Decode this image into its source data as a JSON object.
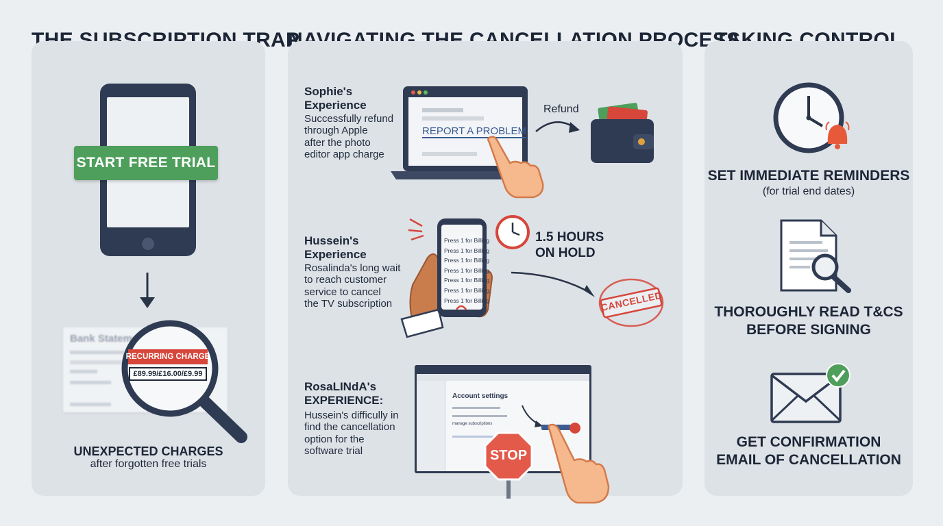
{
  "columns": {
    "trap": {
      "heading": "THE SUBSCRIPTION TRAP",
      "phone_button": "START FREE TRIAL",
      "statement_title": "Bank Statement",
      "magnifier_tag": "RECURRING CHARGE",
      "magnifier_amount": "£89.99/£16.00/£9.99",
      "caption_bold": "UNEXPECTED CHARGES",
      "caption": "after forgotten free trials"
    },
    "process": {
      "heading": "NAVIGATING THE CANCELLATION PROCESS",
      "sophie": {
        "title_1": "Sophie's",
        "title_2": "Experience",
        "desc": [
          "Successfully refund",
          "through Apple",
          "after the photo",
          "editor app charge"
        ],
        "screen_link": "REPORT A PROBLEM",
        "refund_label": "Refund"
      },
      "hussein": {
        "title_1": "Hussein's",
        "title_2": "Experience",
        "desc": [
          "Rosalinda's long wait",
          "to reach customer",
          "service to cancel",
          "the TV subscription"
        ],
        "phone_lines": [
          "Press 1 for Billing",
          "Press 1 for Billing",
          "Press 1 for Billing",
          "Press 1 for Billing",
          "Press 1 for Billing",
          "Press 1 for Billing",
          "Press 1 for Billing"
        ],
        "hold_1": "1.5 HOURS",
        "hold_2": "ON HOLD",
        "stamp": "CANCELLED"
      },
      "rosalinda": {
        "title_1": "RosaLINdA's",
        "title_2": "EXPERIENCE:",
        "desc": [
          "Hussein's difficully in",
          "find the cancellation",
          "option for the",
          "software trial"
        ],
        "browser_title": "Account settings",
        "manage_link": "manage subscriptions",
        "stop_sign": "STOP"
      }
    },
    "control": {
      "heading": "TAKING CONTROL",
      "tip1_bold": "SET IMMEDIATE REMINDERS",
      "tip1_sub": "(for trial end dates)",
      "tip2_line1": "THOROUGHLY READ T&CS",
      "tip2_line2": "BEFORE SIGNING",
      "tip3_line1": "GET CONFIRMATION",
      "tip3_line2": "EMAIL OF CANCELLATION"
    }
  },
  "colors": {
    "navy": "#2f3b52",
    "green": "#4e9e5c",
    "red": "#d6463a",
    "panel": "#dde2e7"
  }
}
